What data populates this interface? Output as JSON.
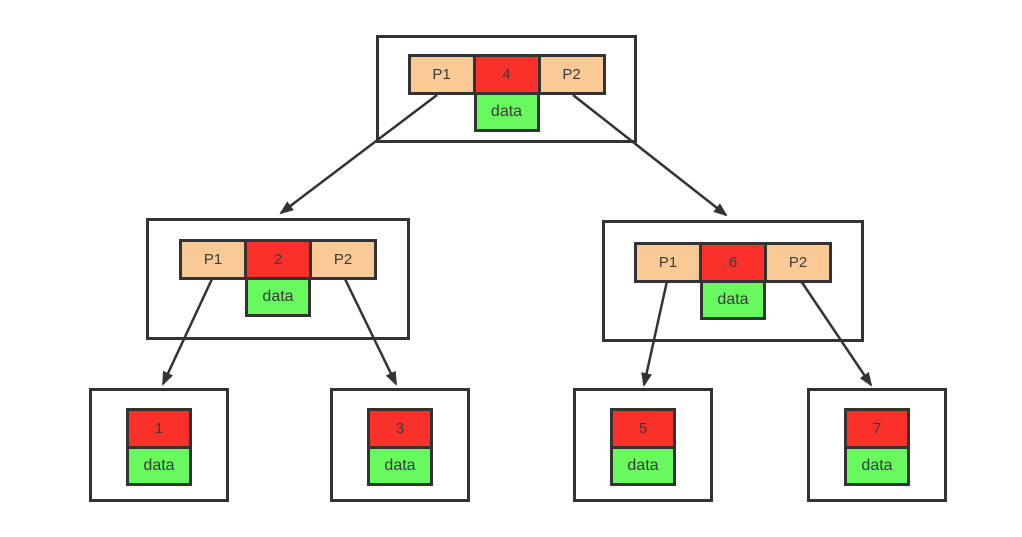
{
  "colors": {
    "line": "#333333",
    "pointer_cell": "#FACA96",
    "key_cell": "#F9312A",
    "data_cell": "#67F95E"
  },
  "nodes": {
    "root": {
      "p1": "P1",
      "key": "4",
      "p2": "P2",
      "data": "data"
    },
    "left": {
      "p1": "P1",
      "key": "2",
      "p2": "P2",
      "data": "data"
    },
    "right": {
      "p1": "P1",
      "key": "6",
      "p2": "P2",
      "data": "data"
    },
    "leaf1": {
      "key": "1",
      "data": "data"
    },
    "leaf3": {
      "key": "3",
      "data": "data"
    },
    "leaf5": {
      "key": "5",
      "data": "data"
    },
    "leaf7": {
      "key": "7",
      "data": "data"
    }
  },
  "edges": [
    {
      "from": "node-4.P1",
      "to": "node-2"
    },
    {
      "from": "node-4.P2",
      "to": "node-6"
    },
    {
      "from": "node-2.P1",
      "to": "node-1"
    },
    {
      "from": "node-2.P2",
      "to": "node-3"
    },
    {
      "from": "node-6.P1",
      "to": "node-5"
    },
    {
      "from": "node-6.P2",
      "to": "node-7"
    }
  ]
}
